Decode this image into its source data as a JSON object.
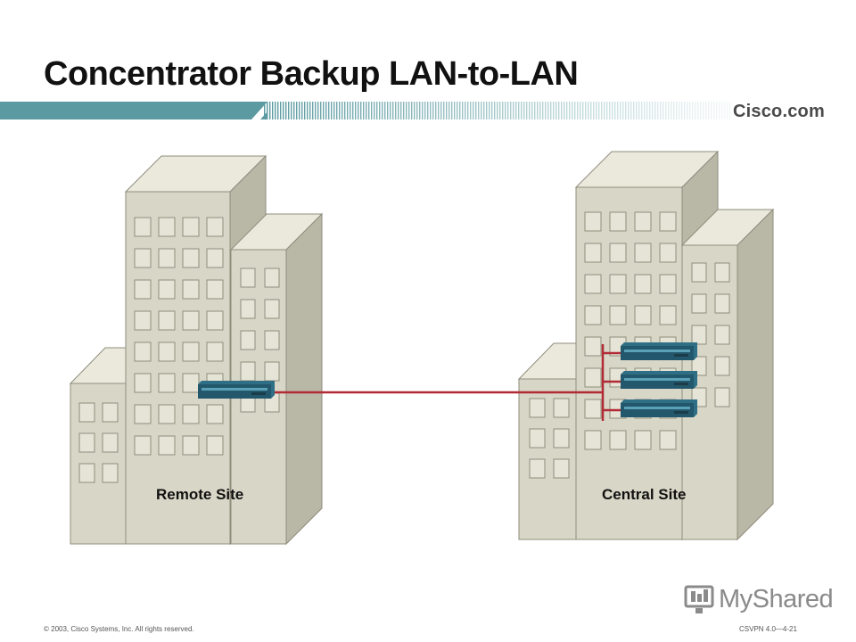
{
  "slide": {
    "title": "Concentrator Backup LAN-to-LAN",
    "brand": "Cisco.com"
  },
  "diagram": {
    "nodes": [
      {
        "id": "remote-site",
        "label": "Remote Site",
        "concentrators": 1
      },
      {
        "id": "central-site",
        "label": "Central Site",
        "concentrators": 3
      }
    ],
    "links": [
      {
        "from": "remote-site",
        "to": "central-site"
      }
    ],
    "colors": {
      "link": "#b22a35",
      "building_front": "#d8d6c6",
      "building_side": "#b9b7a6",
      "building_top": "#ebe9dc",
      "window": "#e6e4d6",
      "title_bar": "#5a9aa0",
      "concentrator": "#2f6f86"
    }
  },
  "footer": {
    "copyright": "© 2003, Cisco Systems, Inc. All rights reserved.",
    "course": "CSVPN 4.0—4-21"
  },
  "watermark": {
    "text": "MyShared"
  }
}
